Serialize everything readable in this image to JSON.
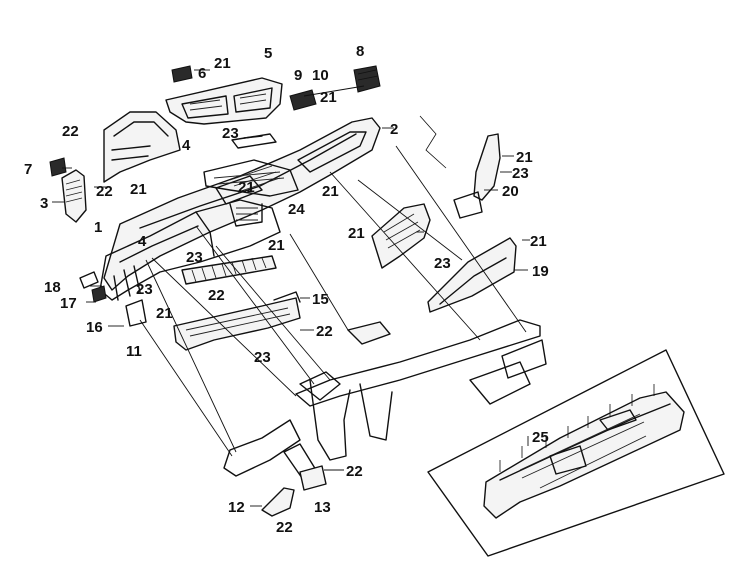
{
  "diagram": {
    "callouts": [
      {
        "id": "c1",
        "text": "1"
      },
      {
        "id": "c2",
        "text": "2"
      },
      {
        "id": "c3",
        "text": "3"
      },
      {
        "id": "c4a",
        "text": "4"
      },
      {
        "id": "c4b",
        "text": "4"
      },
      {
        "id": "c5",
        "text": "5"
      },
      {
        "id": "c6",
        "text": "6"
      },
      {
        "id": "c7",
        "text": "7"
      },
      {
        "id": "c8",
        "text": "8"
      },
      {
        "id": "c9",
        "text": "9"
      },
      {
        "id": "c10",
        "text": "10"
      },
      {
        "id": "c11",
        "text": "11"
      },
      {
        "id": "c12",
        "text": "12"
      },
      {
        "id": "c13",
        "text": "13"
      },
      {
        "id": "c15",
        "text": "15"
      },
      {
        "id": "c16",
        "text": "16"
      },
      {
        "id": "c17",
        "text": "17"
      },
      {
        "id": "c18",
        "text": "18"
      },
      {
        "id": "c19",
        "text": "19"
      },
      {
        "id": "c20",
        "text": "20"
      },
      {
        "id": "c21a",
        "text": "21"
      },
      {
        "id": "c21b",
        "text": "21"
      },
      {
        "id": "c21c",
        "text": "21"
      },
      {
        "id": "c21d",
        "text": "21"
      },
      {
        "id": "c21e",
        "text": "21"
      },
      {
        "id": "c21f",
        "text": "21"
      },
      {
        "id": "c21g",
        "text": "21"
      },
      {
        "id": "c21h",
        "text": "21"
      },
      {
        "id": "c21i",
        "text": "21"
      },
      {
        "id": "c21j",
        "text": "21"
      },
      {
        "id": "c22a",
        "text": "22"
      },
      {
        "id": "c22b",
        "text": "22"
      },
      {
        "id": "c22c",
        "text": "22"
      },
      {
        "id": "c22d",
        "text": "22"
      },
      {
        "id": "c22e",
        "text": "22"
      },
      {
        "id": "c22f",
        "text": "22"
      },
      {
        "id": "c23a",
        "text": "23"
      },
      {
        "id": "c23b",
        "text": "23"
      },
      {
        "id": "c23c",
        "text": "23"
      },
      {
        "id": "c23d",
        "text": "23"
      },
      {
        "id": "c23e",
        "text": "23"
      },
      {
        "id": "c23f",
        "text": "23"
      },
      {
        "id": "c24",
        "text": "24"
      },
      {
        "id": "c25",
        "text": "25"
      }
    ]
  }
}
